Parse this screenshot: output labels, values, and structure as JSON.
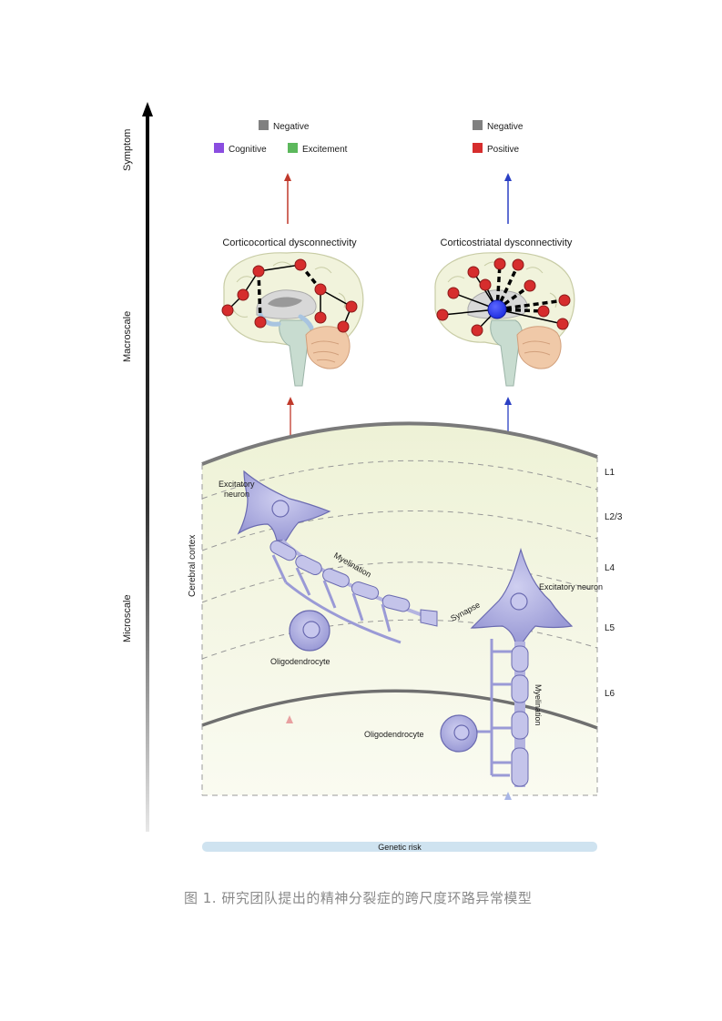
{
  "axis": {
    "symptom": "Symptom",
    "macroscale": "Macroscale",
    "microscale": "Microscale"
  },
  "left_panel": {
    "legend": [
      {
        "label": "Negative",
        "color": "#808080"
      },
      {
        "label": "Cognitive",
        "color": "#8a4de0"
      },
      {
        "label": "Excitement",
        "color": "#5cb85c"
      }
    ],
    "title": "Corticocortical dysconnectivity",
    "arrow_color": "#c0392b"
  },
  "right_panel": {
    "legend": [
      {
        "label": "Negative",
        "color": "#808080"
      },
      {
        "label": "Positive",
        "color": "#d62d2d"
      }
    ],
    "title": "Corticostriatal dysconnectivity",
    "arrow_color": "#2a3fc4",
    "hub_color": "#1f2ee0"
  },
  "cortex": {
    "label": "Cerebral cortex",
    "layers": [
      "L1",
      "L2/3",
      "L4",
      "L5",
      "L6"
    ]
  },
  "cells": {
    "excitatory_neuron_left": "Excitatory neuron",
    "excitatory_neuron_right": "Excitatory neuron",
    "myelination_left": "Myelination",
    "myelination_right": "Myelination",
    "synapse": "Synapse",
    "oligodendrocyte_left": "Oligodendrocyte",
    "oligodendrocyte_right": "Oligodendrocyte"
  },
  "genetic_risk": "Genetic risk",
  "caption": "图 1. 研究团队提出的精神分裂症的跨尺度环路异常模型"
}
